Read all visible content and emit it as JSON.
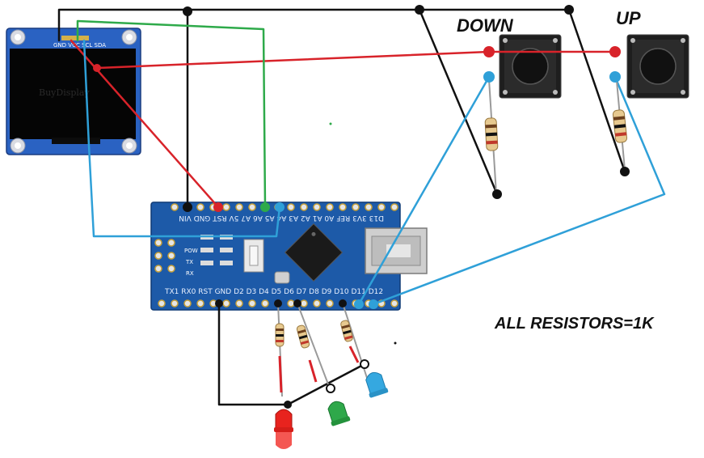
{
  "labels": {
    "down": "DOWN",
    "up": "UP",
    "resistors_note": "ALL RESISTORS=1K"
  },
  "oled": {
    "pin_labels": "GND VCC SCL SDA",
    "watermark": "BuyDisplay"
  },
  "nano": {
    "top_pins": "D13 3V3 REF A0 A1 A2 A3 A4 A5 A6 A7 5V RST GND VIN",
    "bottom_pins": "TX1 RX0 RST GND D2 D3 D4 D5 D6 D7 D8 D9 D10 D11 D12",
    "indicators": [
      "POW",
      "TX",
      "RX"
    ]
  },
  "colors": {
    "wire_black": "#111111",
    "wire_red": "#d8232a",
    "wire_green": "#2eaa4a",
    "wire_blue": "#2fa0d8",
    "board_blue": "#1d5aa8",
    "led_red": "#e8231e",
    "led_green": "#2ea84a",
    "led_blue": "#35a8e0"
  }
}
